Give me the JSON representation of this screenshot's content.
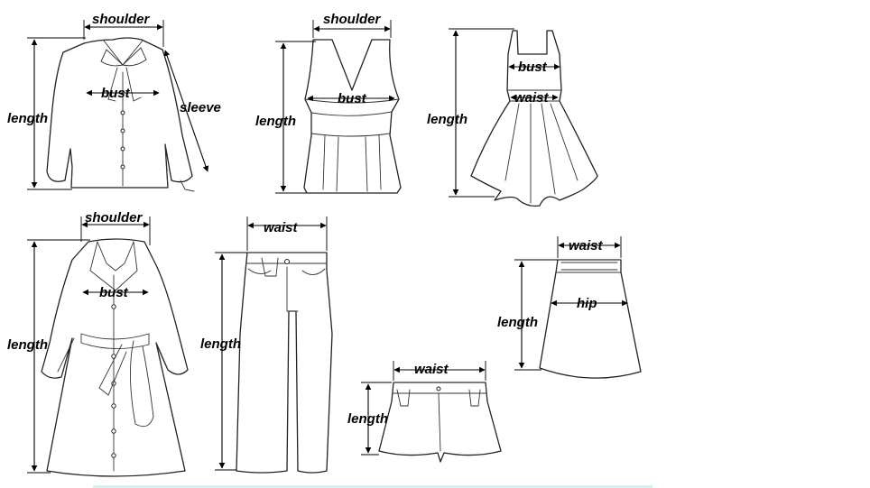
{
  "garments": {
    "shirt": {
      "shoulder": "shoulder",
      "bust": "bust",
      "length": "length",
      "sleeve": "sleeve"
    },
    "vest": {
      "shoulder": "shoulder",
      "bust": "bust",
      "length": "length"
    },
    "dress": {
      "bust": "bust",
      "waist": "waist",
      "length": "length"
    },
    "coat": {
      "shoulder": "shoulder",
      "bust": "bust",
      "length": "length"
    },
    "pants": {
      "waist": "waist",
      "length": "length"
    },
    "shorts": {
      "waist": "waist",
      "length": "length"
    },
    "skirt": {
      "waist": "waist",
      "hip": "hip",
      "length": "length"
    }
  }
}
